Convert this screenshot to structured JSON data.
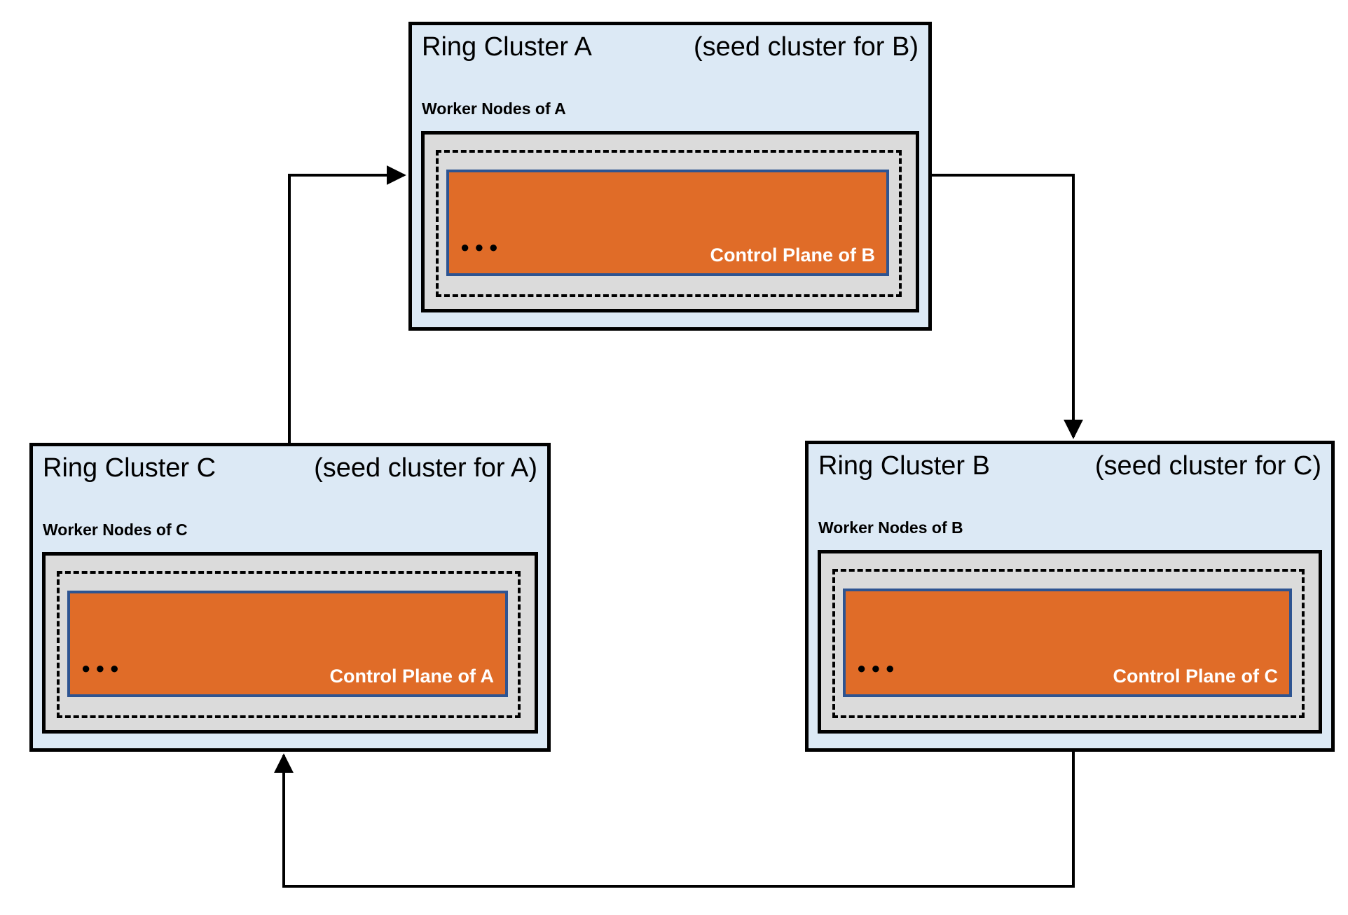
{
  "diagram": {
    "type": "ring-cluster-architecture",
    "clusters": [
      {
        "name": "Ring Cluster A",
        "seed_note": "(seed cluster for B)",
        "workers_label": "Worker Nodes of A",
        "dots": "●●●",
        "control_plane_label": "Control Plane of B"
      },
      {
        "name": "Ring Cluster B",
        "seed_note": "(seed cluster for C)",
        "workers_label": "Worker Nodes of B",
        "dots": "●●●",
        "control_plane_label": "Control Plane of C"
      },
      {
        "name": "Ring Cluster C",
        "seed_note": "(seed cluster for A)",
        "workers_label": "Worker Nodes of C",
        "dots": "●●●",
        "control_plane_label": "Control Plane of A"
      }
    ],
    "arrows": [
      {
        "from": "Ring Cluster C",
        "to": "Ring Cluster A"
      },
      {
        "from": "Ring Cluster A",
        "to": "Ring Cluster B"
      },
      {
        "from": "Ring Cluster B",
        "to": "Ring Cluster C"
      }
    ],
    "colors": {
      "cluster_bg": "#dce9f5",
      "workers_bg": "#dbdbdb",
      "control_plane_bg": "#e06c28",
      "control_plane_border": "#2e5491",
      "line": "#000000"
    }
  }
}
